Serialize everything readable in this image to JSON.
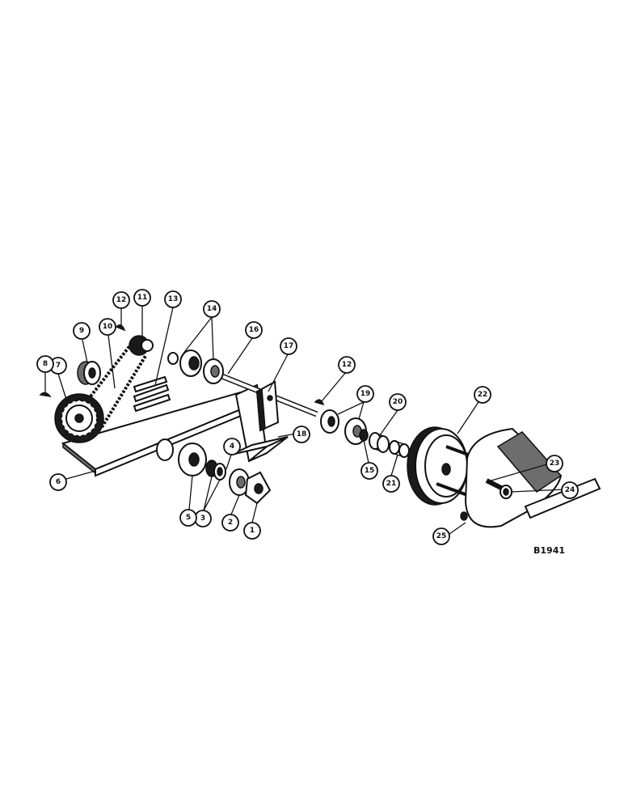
{
  "figure": {
    "reference_code": "B1941"
  },
  "callouts": [
    {
      "label": "1"
    },
    {
      "label": "2"
    },
    {
      "label": "3"
    },
    {
      "label": "4"
    },
    {
      "label": "5"
    },
    {
      "label": "6"
    },
    {
      "label": "7"
    },
    {
      "label": "8"
    },
    {
      "label": "9"
    },
    {
      "label": "10"
    },
    {
      "label": "11"
    },
    {
      "label": "12"
    },
    {
      "label": "13"
    },
    {
      "label": "14"
    },
    {
      "label": "15"
    },
    {
      "label": "16"
    },
    {
      "label": "17"
    },
    {
      "label": "18"
    },
    {
      "label": "19"
    },
    {
      "label": "20"
    },
    {
      "label": "21"
    },
    {
      "label": "22"
    },
    {
      "label": "23"
    },
    {
      "label": "24"
    },
    {
      "label": "25"
    },
    {
      "label": "12"
    }
  ]
}
